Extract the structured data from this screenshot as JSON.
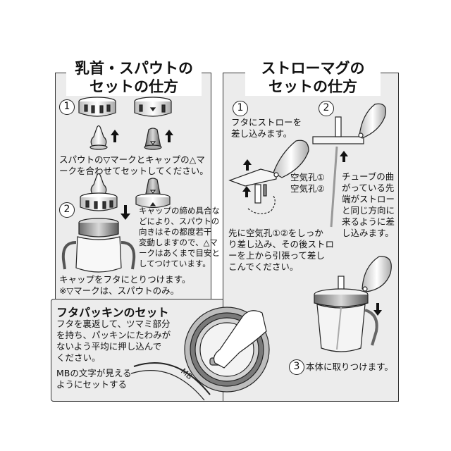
{
  "left": {
    "title_line1": "乳首・スパウトの",
    "title_line2": "セットの仕方",
    "step1_num": "1",
    "step1_text": [
      "スパウトの▽マークとキャップの△マ",
      "ークを合わせてセットしてください。"
    ],
    "step2_num": "2",
    "step2_note": [
      "キャップの締め具合な",
      "どにより、スパウトの",
      "向きはその都度若干",
      "変動しますので、△マ",
      "ークはあくまで目安と",
      "してつけています。"
    ],
    "step2_text": [
      "キャップをフタにとりつけます。",
      "※▽マークは、スパウトのみ。"
    ]
  },
  "packing": {
    "title": "フタパッキンのセット",
    "text": [
      "フタを裏返して、ツマミ部分",
      "を持ち、パッキンにたわみが",
      "ないよう平均に押し込んで",
      "ください。"
    ],
    "mb_text": [
      "MBの文字が見える",
      "ようにセットする"
    ],
    "mb_label": "MB"
  },
  "right": {
    "title_line1": "ストローマグの",
    "title_line2": "セットの仕方",
    "step1_num": "1",
    "step1_text": [
      "フタにストローを",
      "差し込みます。"
    ],
    "step2_num": "2",
    "air_hole1": "空気孔①",
    "air_hole2": "空気孔②",
    "tube_text": [
      "チューブの曲",
      "がっている先",
      "端がストロー",
      "と同じ方向に",
      "来るように差",
      "し込みます。"
    ],
    "insert_text": [
      "先に空気孔①②をしっか",
      "り差し込み、その後ストロ",
      "ーを上から引張って差し",
      "こんでください。"
    ],
    "step3_num": "3",
    "step3_text": "本体に取りつけます。"
  }
}
